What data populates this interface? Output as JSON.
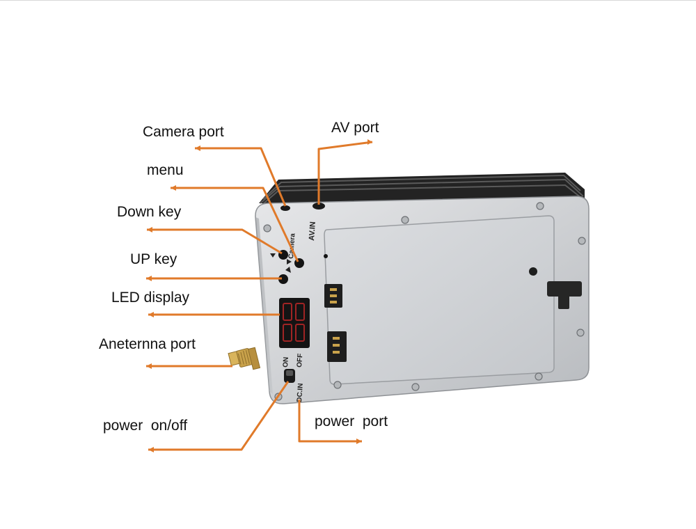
{
  "diagram": {
    "leader_color": "#e07a2a",
    "device": {
      "body_color": "#c9cbce",
      "fin_color": "#1e1e1e",
      "panel_color": "#d3d5d8",
      "led_color": "#cf2a2a",
      "connector_color": "#c9a24b"
    },
    "silkscreen": {
      "camera": "Camera",
      "av_in": "AV.IN",
      "on": "ON",
      "off": "OFF",
      "dc_in": "DC.IN"
    },
    "labels": {
      "camera_port": "Camera port",
      "av_port": "AV port",
      "menu": "menu",
      "down_key": "Down key",
      "up_key": "UP key",
      "led_display": "LED display",
      "antenna_port": "Aneternna port",
      "power_onoff": "power  on/off",
      "power_port": "power  port"
    }
  }
}
